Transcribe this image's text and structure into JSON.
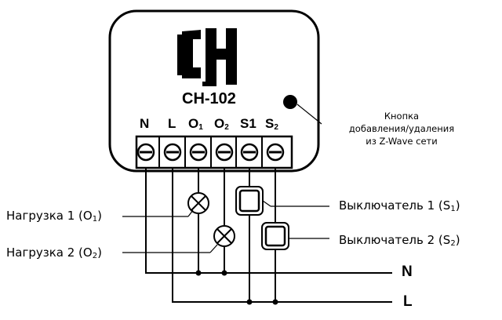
{
  "device": {
    "model": "CH-102",
    "logo_text": "CH",
    "terminals": [
      {
        "label": "N",
        "base": "N",
        "sub": ""
      },
      {
        "label": "L",
        "base": "L",
        "sub": ""
      },
      {
        "label": "O1",
        "base": "O",
        "sub": "1"
      },
      {
        "label": "O2",
        "base": "O",
        "sub": "2"
      },
      {
        "label": "S1",
        "base": "S1",
        "sub": ""
      },
      {
        "label": "S2",
        "base": "S",
        "sub": "2"
      }
    ]
  },
  "button_note": {
    "line1": "Кнопка",
    "line2": "добавления/удаления",
    "line3": "из Z-Wave сети"
  },
  "loads": {
    "load1": {
      "text": "Нагрузка 1 (O",
      "sub": "1",
      "close": ")"
    },
    "load2": {
      "text": "Нагрузка 2 (O",
      "sub": "2",
      "close": ")"
    }
  },
  "switches": {
    "switch1": {
      "text": "Выключатель 1 (S",
      "sub": "1",
      "close": ")"
    },
    "switch2": {
      "text": "Выключатель 2 (S",
      "sub": "2",
      "close": ")"
    }
  },
  "bus_lines": {
    "n": "N",
    "l": "L"
  }
}
